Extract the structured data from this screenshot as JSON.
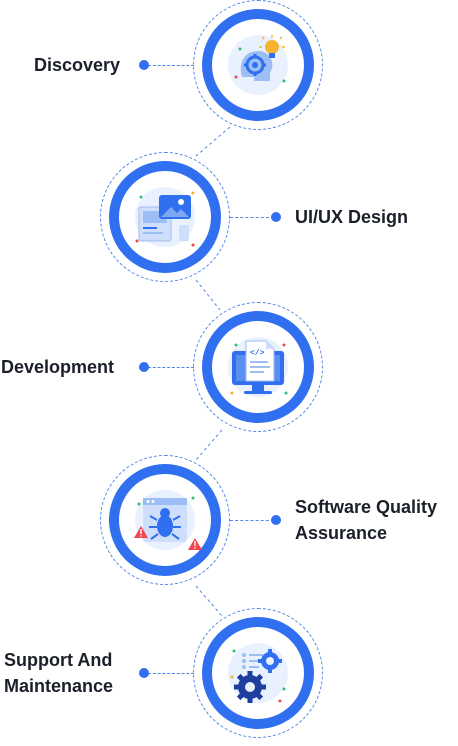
{
  "steps": [
    {
      "label": "Discovery",
      "icon": "lightbulb-gear-head-icon"
    },
    {
      "label": "UI/UX Design",
      "icon": "image-layout-icon"
    },
    {
      "label": "Development",
      "icon": "code-document-monitor-icon"
    },
    {
      "label": "Software Quality Assurance",
      "label_lines": [
        "Software Quality",
        "Assurance"
      ],
      "icon": "bug-warning-icon"
    },
    {
      "label": "Support And Maintenance",
      "label_lines": [
        "Support And",
        "Maintenance"
      ],
      "icon": "gears-list-icon"
    }
  ],
  "colors": {
    "primary": "#2f6ff0",
    "text": "#1b1f2a",
    "accent_yellow": "#f5b331",
    "accent_red": "#f0444f",
    "accent_green": "#2bc27a"
  }
}
